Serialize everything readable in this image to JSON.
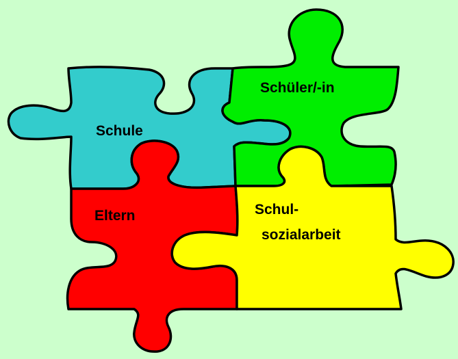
{
  "pieces": [
    {
      "id": "schule",
      "label": "Schule",
      "color": "#33cccc"
    },
    {
      "id": "schueler",
      "label": "Schüler/-in",
      "color": "#00ee00"
    },
    {
      "id": "eltern",
      "label": "Eltern",
      "color": "#ff0000"
    },
    {
      "id": "schulsozialarbeit",
      "label_line1": "Schul-",
      "label_line2": "sozialarbeit",
      "color": "#ffff00"
    }
  ],
  "background_color": "#ccffcc",
  "outline_color": "#000000"
}
